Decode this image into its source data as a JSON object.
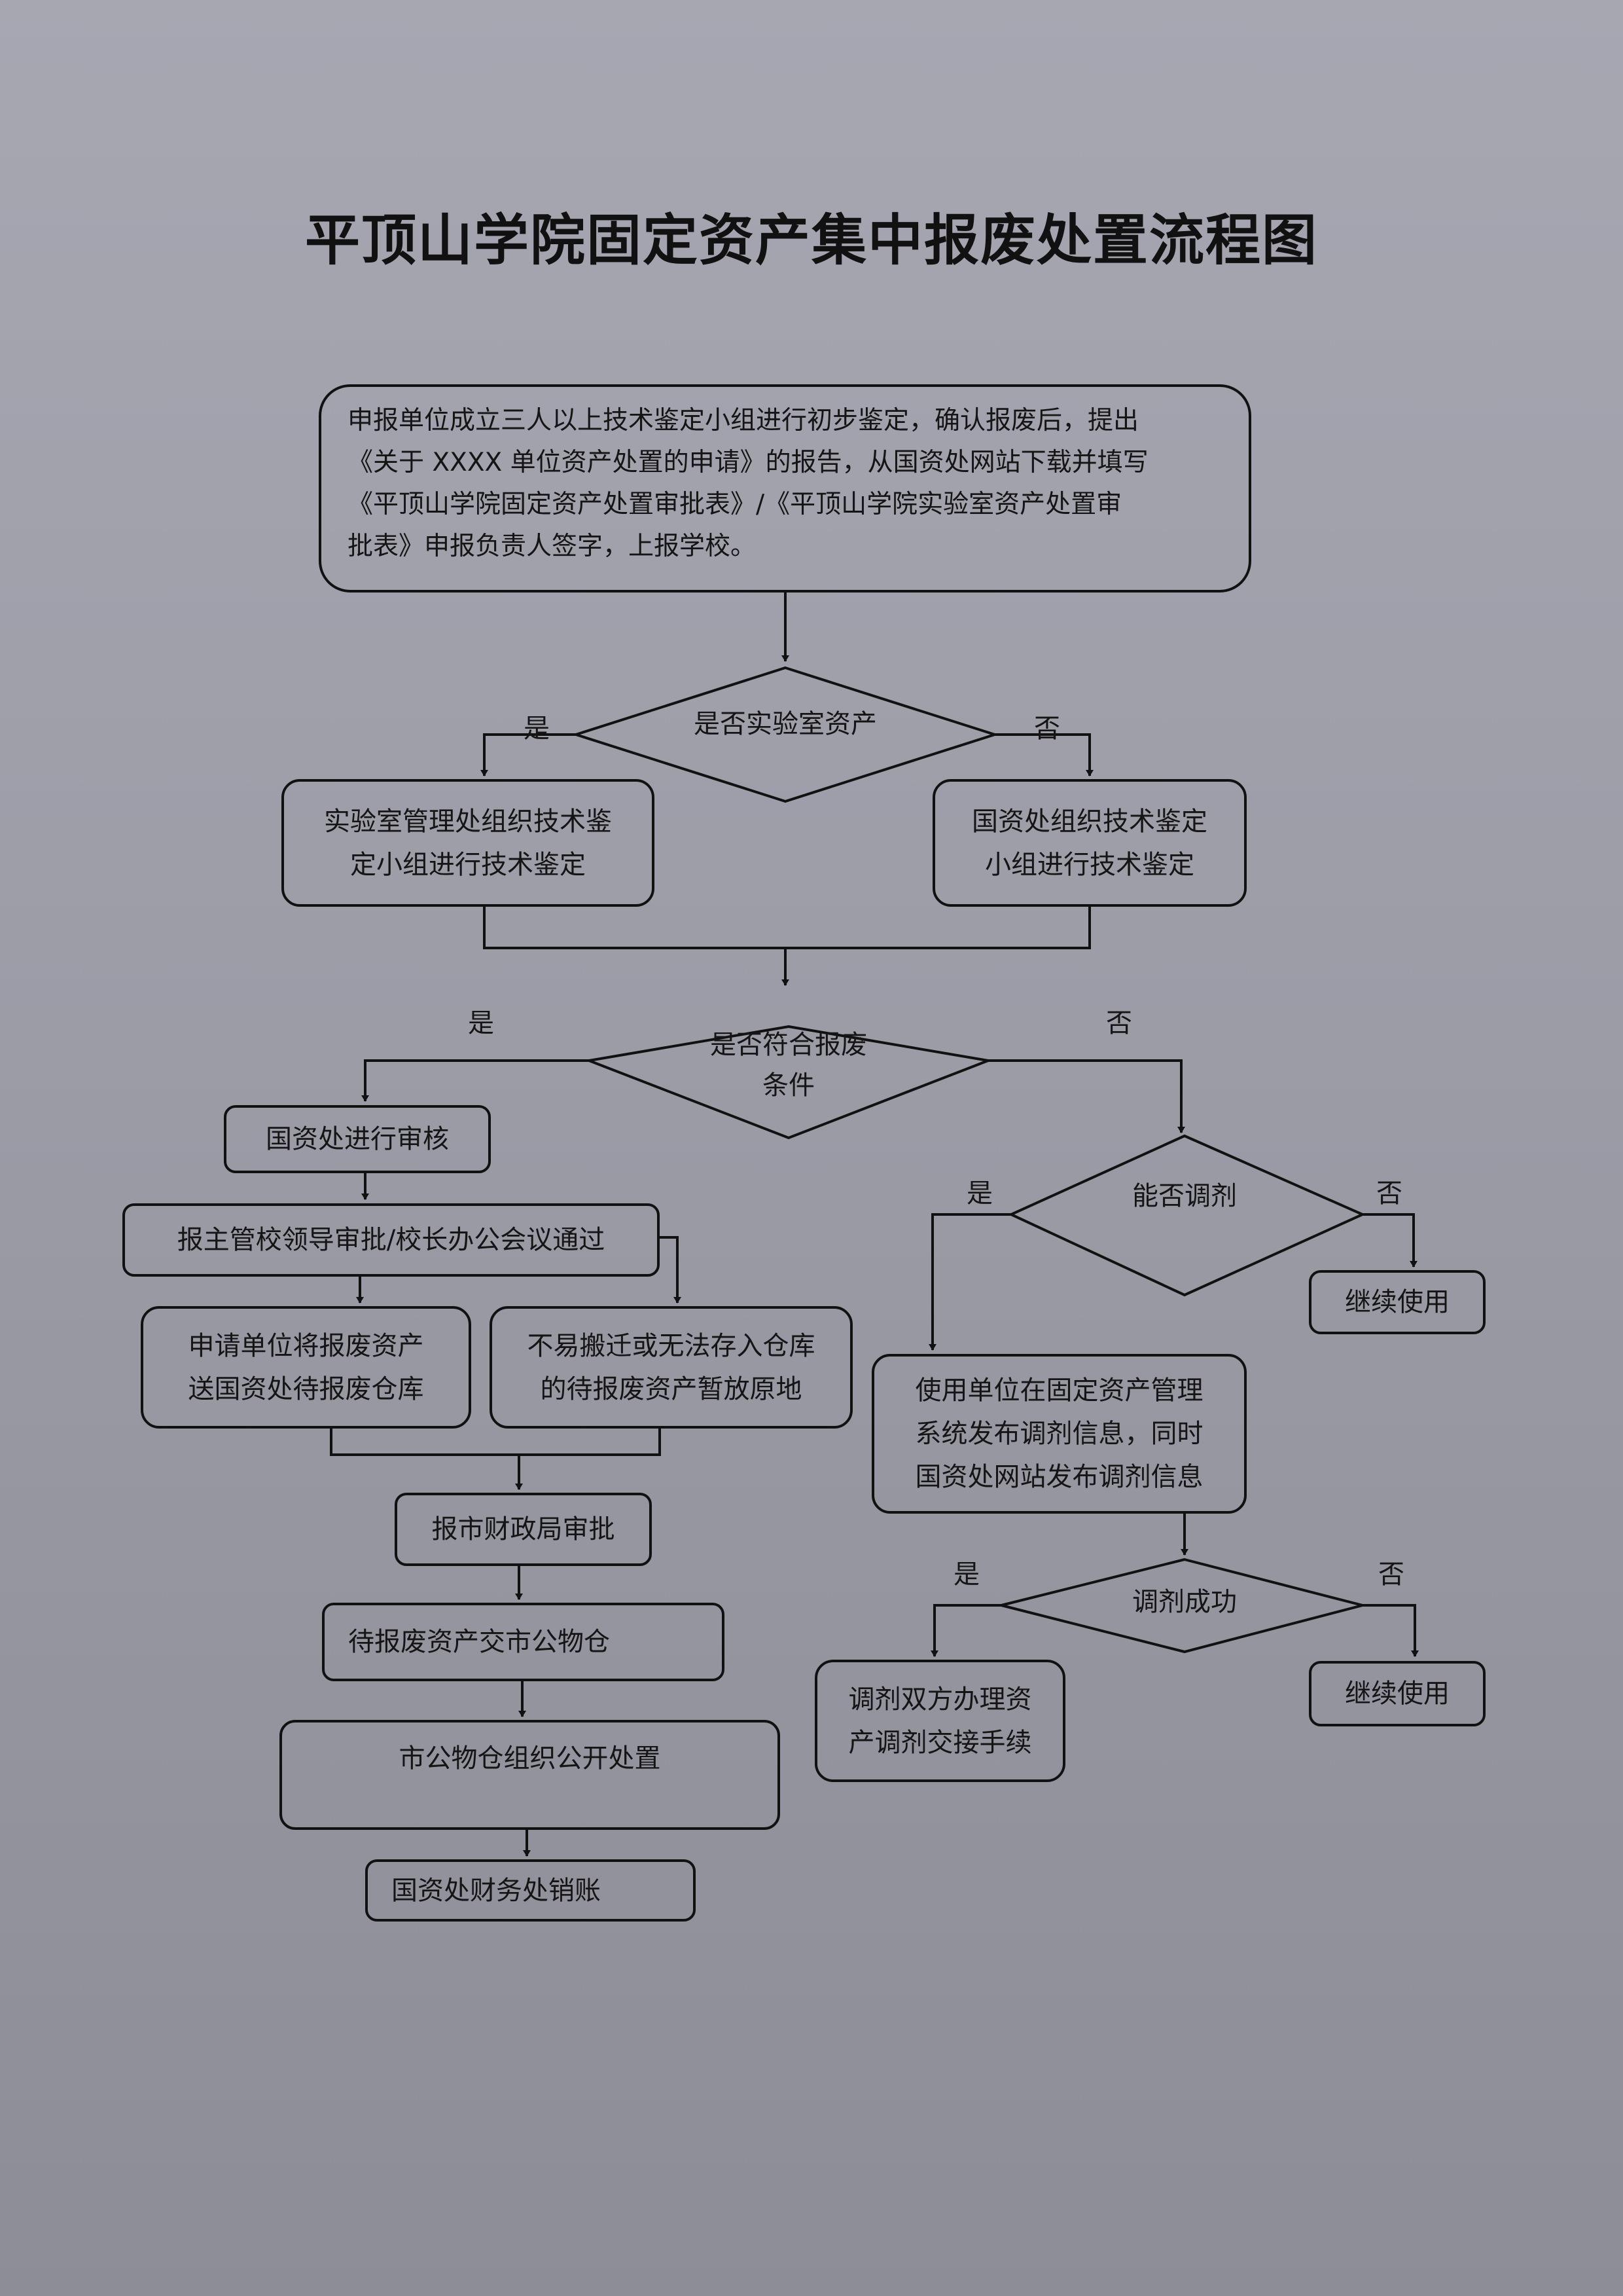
{
  "title": "平顶山学院固定资产集中报废处置流程图",
  "start": {
    "lines": [
      "申报单位成立三人以上技术鉴定小组进行初步鉴定，确认报废后，提出",
      "《关于 XXXX 单位资产处置的申请》的报告，从国资处网站下载并填写",
      "《平顶山学院固定资产处置审批表》/《平顶山学院实验室资产处置审",
      "批表》申报负责人签字，上报学校。"
    ]
  },
  "decision_lab": {
    "label": "是否实验室资产",
    "yes": "是",
    "no": "否"
  },
  "lab_branch": {
    "lines": [
      "实验室管理处组织技术鉴",
      "定小组进行技术鉴定"
    ]
  },
  "nonlab_branch": {
    "lines": [
      "国资处组织技术鉴定",
      "小组进行技术鉴定"
    ]
  },
  "decision_scrap": {
    "lines": [
      "是否符合报废",
      "条件"
    ],
    "yes": "是",
    "no": "否"
  },
  "audit": "国资处进行审核",
  "leader_approval": "报主管校领导审批/校长办公会议通过",
  "send_warehouse": {
    "lines": [
      "申请单位将报废资产",
      "送国资处待报废仓库"
    ]
  },
  "keep_in_place": {
    "lines": [
      "不易搬迁或无法存入仓库",
      "的待报废资产暂放原地"
    ]
  },
  "finance_bureau": "报市财政局审批",
  "public_warehouse": "待报废资产交市公物仓",
  "public_disposal": "市公物仓组织公开处置",
  "writeoff": "国资处财务处销账",
  "decision_transfer": {
    "label": "能否调剂",
    "yes": "是",
    "no": "否"
  },
  "continue_use_1": "继续使用",
  "publish_info": {
    "lines": [
      "使用单位在固定资产管理",
      "系统发布调剂信息，同时",
      "国资处网站发布调剂信息"
    ]
  },
  "decision_success": {
    "label": "调剂成功",
    "yes": "是",
    "no": "否"
  },
  "transfer_handover": {
    "lines": [
      "调剂双方办理资",
      "产调剂交接手续"
    ]
  },
  "continue_use_2": "继续使用"
}
